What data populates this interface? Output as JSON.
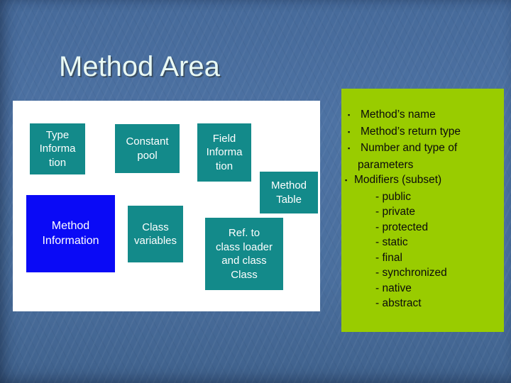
{
  "title": "Method Area",
  "colors": {
    "background": "#4b6f9e",
    "panel": "#ffffff",
    "teal_box": "#138a8a",
    "blue_box": "#0a0af6",
    "notes_box": "#99cc00",
    "title_text": "#e9f9f4",
    "box_text": "#ffffff",
    "notes_text": "#0b0b0b"
  },
  "diagram": {
    "boxes": {
      "type_information": "Type\nInforma\ntion",
      "constant_pool": "Constant\npool",
      "field_information": "Field\nInforma\ntion",
      "method_table": "Method\nTable",
      "method_information": "Method\nInformation",
      "class_variables": "Class\nvariables",
      "ref_class_loader": "Ref. to\nclass loader\nand class\nClass"
    }
  },
  "notes": {
    "marker": "▪",
    "items": [
      {
        "text": "Method’s name"
      },
      {
        "text": "Method’s return type"
      },
      {
        "text": "Number and type of"
      },
      {
        "text": "parameters"
      },
      {
        "text": "Modifiers (subset)"
      },
      {
        "text": "- public"
      },
      {
        "text": "- private"
      },
      {
        "text": "- protected"
      },
      {
        "text": "- static"
      },
      {
        "text": "- final"
      },
      {
        "text": "- synchronized"
      },
      {
        "text": "- native"
      },
      {
        "text": "- abstract"
      }
    ]
  }
}
